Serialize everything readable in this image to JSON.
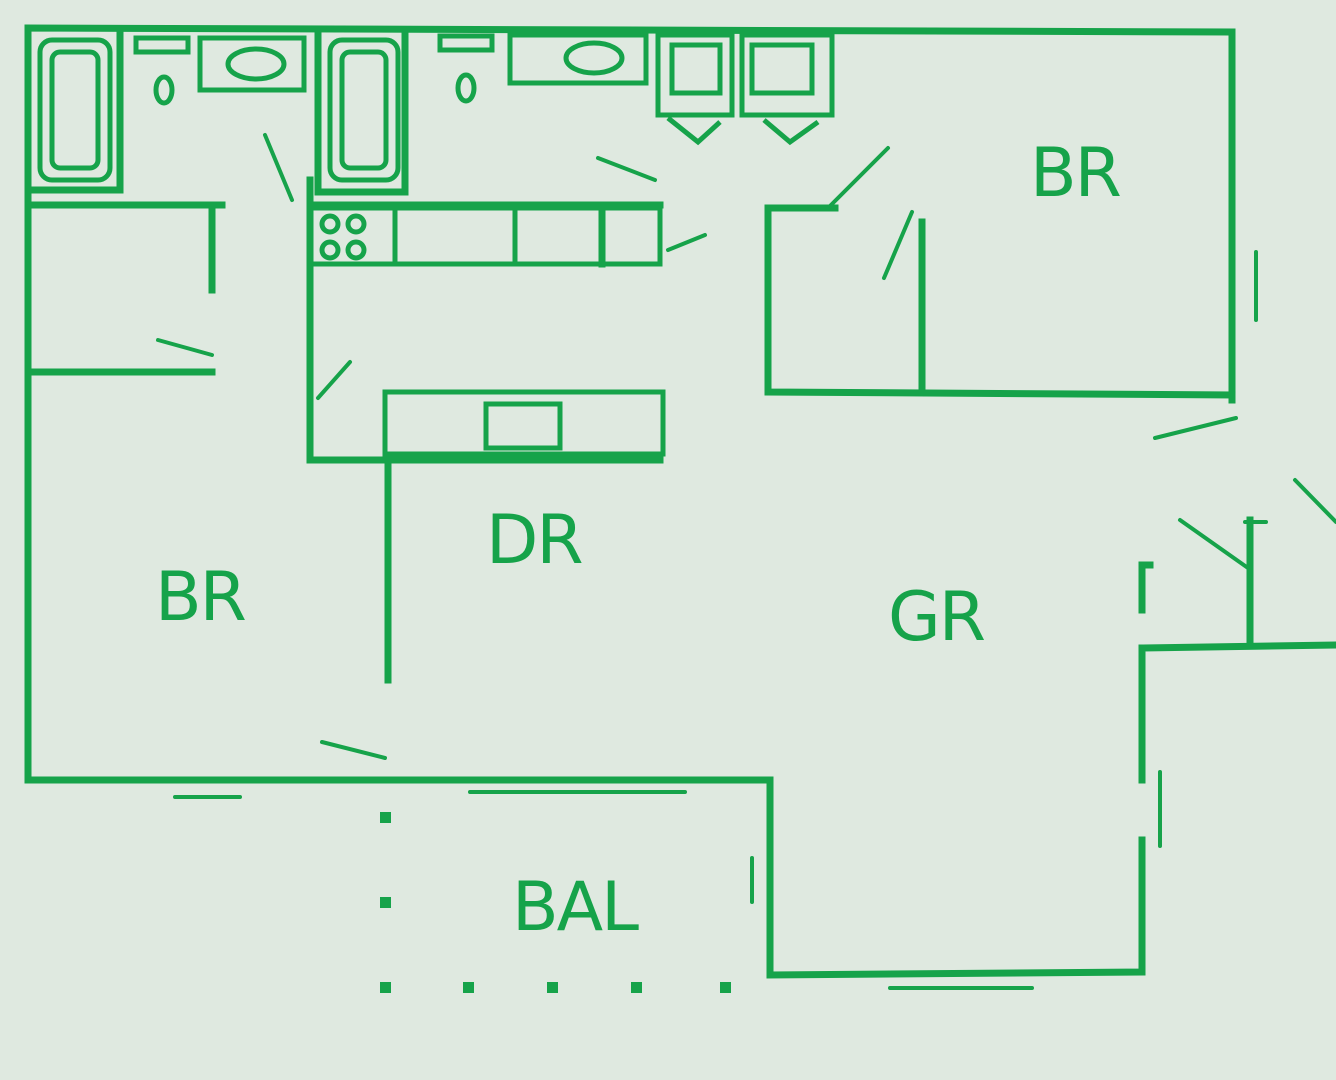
{
  "rooms": {
    "br_top_right": "BR",
    "br_left": "BR",
    "dr": "DR",
    "gr": "GR",
    "bal": "BAL"
  },
  "colors": {
    "ink": "#16a34a",
    "paper": "#dfe9e0"
  }
}
